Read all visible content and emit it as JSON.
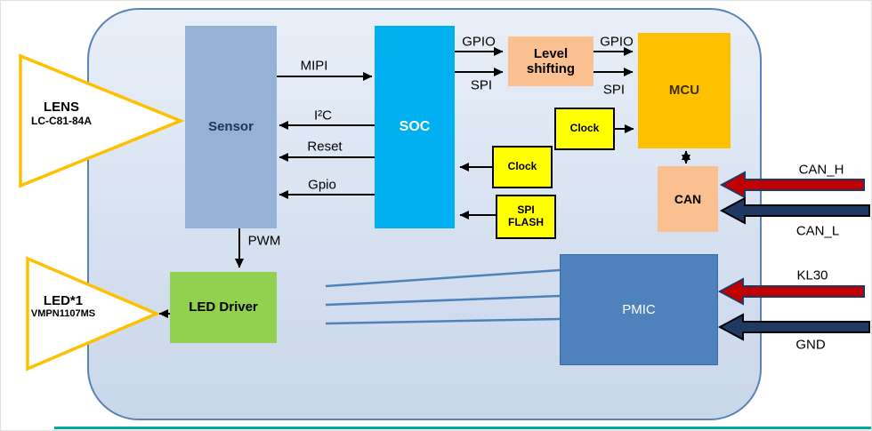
{
  "blocks": {
    "sensor": "Sensor",
    "soc": "SOC",
    "level_shifting": "Level shifting",
    "mcu": "MCU",
    "clock_top": "Clock",
    "clock_bottom": "Clock",
    "spi_flash": "SPI FLASH",
    "can": "CAN",
    "led_driver": "LED Driver",
    "pmic": "PMIC"
  },
  "triangles": {
    "lens": {
      "title": "LENS",
      "subtitle": "LC-C81-84A"
    },
    "led": {
      "title": "LED*1",
      "subtitle": "VMPN1107MS"
    }
  },
  "signals": {
    "mipi": "MIPI",
    "i2c": "I²C",
    "reset": "Reset",
    "gpio_sensor": "Gpio",
    "gpio_soc_ls": "GPIO",
    "spi_soc_ls": "SPI",
    "gpio_ls_mcu": "GPIO",
    "spi_ls_mcu": "SPI",
    "pwm": "PWM",
    "can_h": "CAN_H",
    "can_l": "CAN_L",
    "kl30": "KL30",
    "gnd": "GND"
  },
  "colors": {
    "container_fill": "#d6e1f0",
    "container_border": "#5b82b5",
    "sensor": "#94b2d6",
    "soc": "#00b0f0",
    "peach": "#fac090",
    "mcu": "#ffc000",
    "clock_yellow": "#ffff00",
    "led_driver_green": "#92d050",
    "pmic_blue": "#4f81bd",
    "triangle_stroke": "#ffc000",
    "arrow_red": "#c00000",
    "arrow_dark": "#1f3864",
    "bottom_strip": "#00a99c"
  }
}
